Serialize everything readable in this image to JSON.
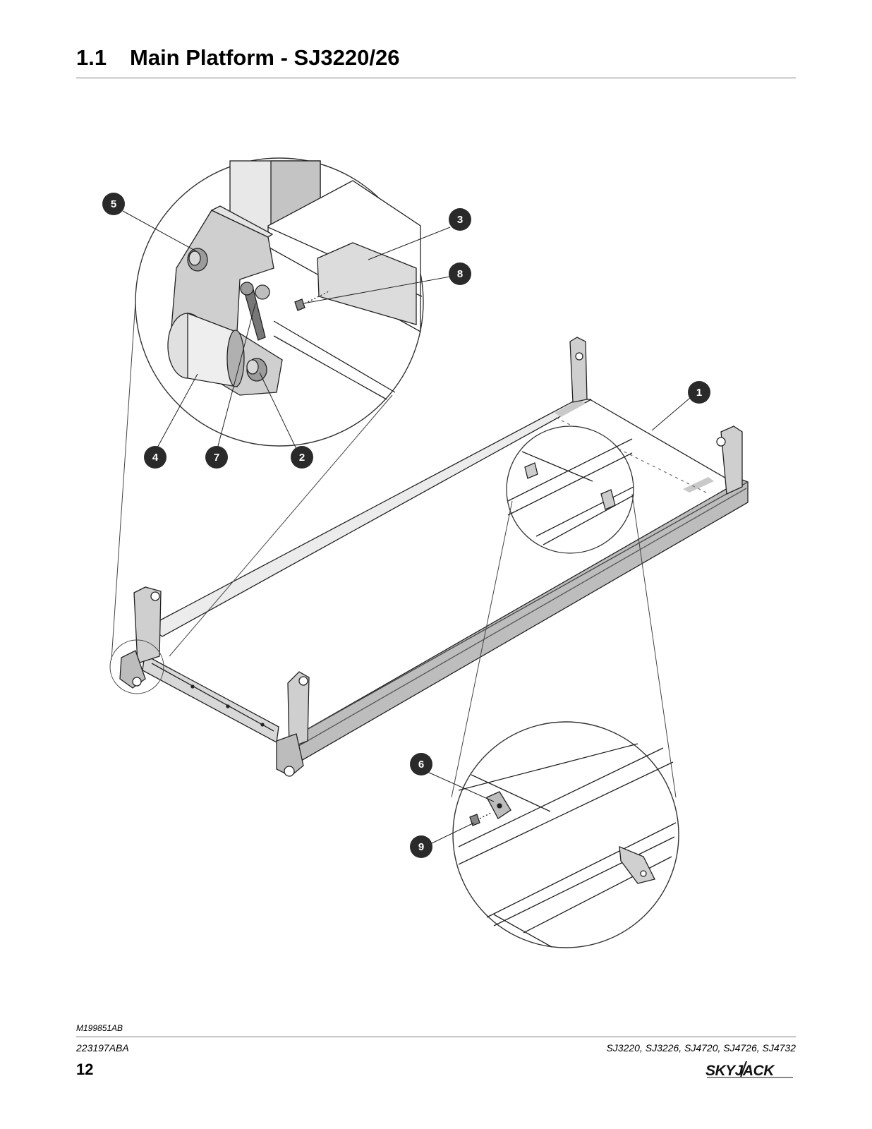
{
  "heading": {
    "number": "1.1",
    "title": "Main Platform - SJ3220/26"
  },
  "callouts": [
    "1",
    "2",
    "3",
    "4",
    "5",
    "6",
    "7",
    "8",
    "9"
  ],
  "figure_id": "M199851AB",
  "footer": {
    "doc_number": "223197ABA",
    "models": "SJ3220, SJ3226, SJ4720, SJ4726, SJ4732",
    "page_number": "12",
    "logo_text": "SKYJACK"
  }
}
